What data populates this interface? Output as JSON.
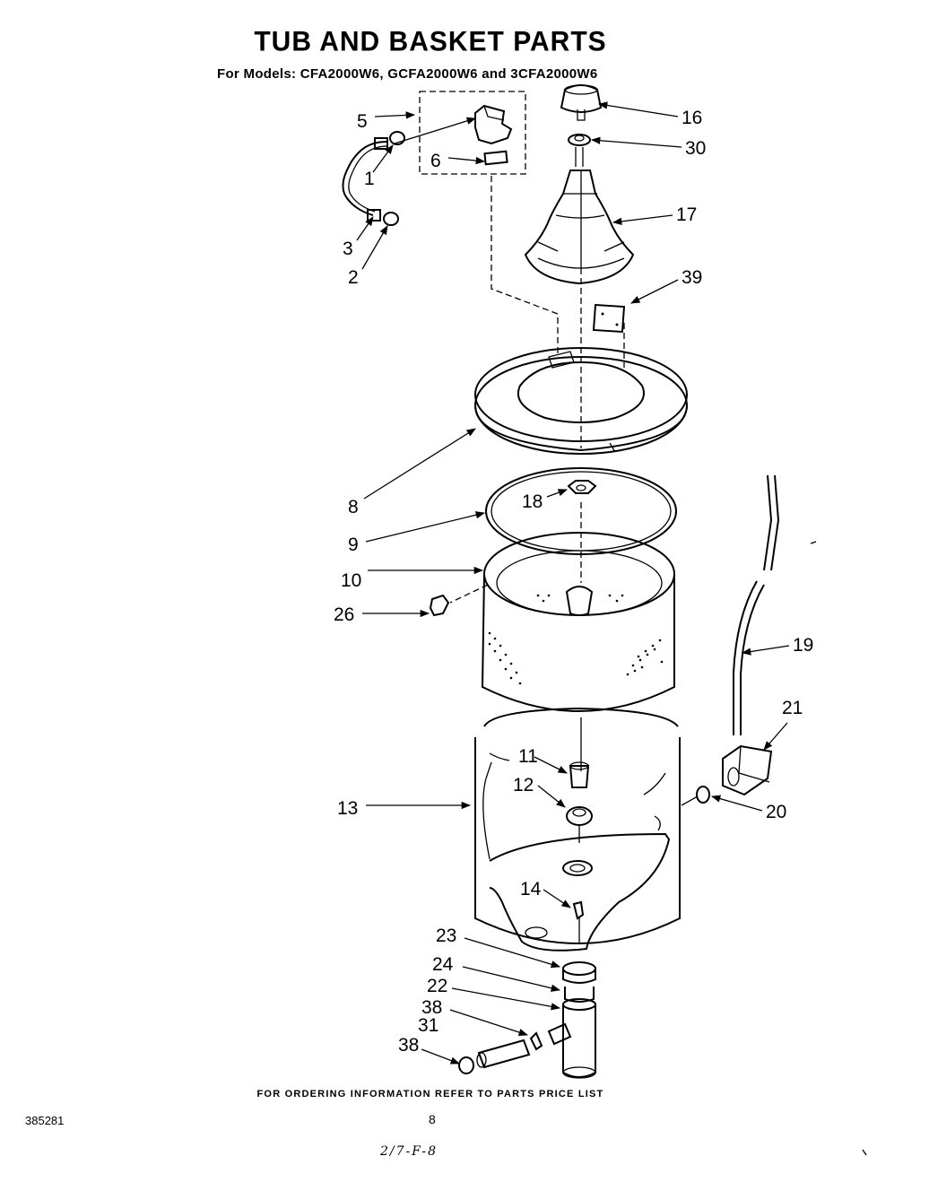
{
  "title": "TUB AND BASKET PARTS",
  "subtitle": "For Models: CFA2000W6, GCFA2000W6 and 3CFA2000W6",
  "footer_note": "FOR ORDERING INFORMATION REFER TO PARTS PRICE LIST",
  "doc_number": "385281",
  "page_number": "8",
  "handwritten_note": "2/7-F-8",
  "callouts": {
    "c1": "1",
    "c2": "2",
    "c3": "3",
    "c5": "5",
    "c6": "6",
    "c16": "16",
    "c30": "30",
    "c17": "17",
    "c39": "39",
    "c8": "8",
    "c18": "18",
    "c9": "9",
    "c10": "10",
    "c26": "26",
    "c19": "19",
    "c21": "21",
    "c11": "11",
    "c12": "12",
    "c13": "13",
    "c20": "20",
    "c14": "14",
    "c23": "23",
    "c24": "24",
    "c22": "22",
    "c38a": "38",
    "c31": "31",
    "c38b": "38"
  }
}
